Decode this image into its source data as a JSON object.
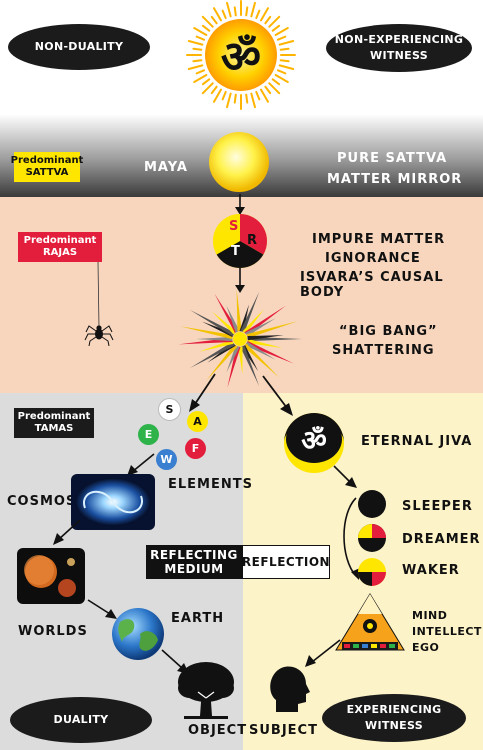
{
  "top": {
    "left_oval": "NON-DUALITY",
    "right_oval_line1": "NON-EXPERIENCING",
    "right_oval_line2": "WITNESS",
    "om_glyph": "ॐ"
  },
  "maya_band": {
    "tag_line1": "Predominant",
    "tag_line2": "SATTVA",
    "maya": "MAYA",
    "right_line1": "PURE SATTVA",
    "right_line2": "MATTER MIRROR"
  },
  "rajas_band": {
    "tag_line1": "Predominant",
    "tag_line2": "RAJAS",
    "gunas": {
      "s": "S",
      "t": "T",
      "r": "R"
    },
    "text_line1": "IMPURE MATTER",
    "text_line2": "IGNORANCE",
    "text_line3": "ISVARA’S CAUSAL BODY",
    "bang_line1": "“BIG BANG”",
    "bang_line2": "SHATTERING"
  },
  "tamas_band": {
    "tag_line1": "Predominant",
    "tag_line2": "TAMAS",
    "elements": {
      "s": "S",
      "a": "A",
      "e": "E",
      "w": "W",
      "f": "F"
    },
    "elements_label": "ELEMENTS",
    "cosmos": "COSMOS",
    "worlds": "WORLDS",
    "earth": "EARTH",
    "object": "OBJECT",
    "reflecting_line1": "REFLECTING",
    "reflecting_line2": "MEDIUM",
    "reflection": "REFLECTION",
    "duality": "DUALITY"
  },
  "jiva_side": {
    "eternal_jiva": "ETERNAL JIVA",
    "sleeper": "SLEEPER",
    "dreamer": "DREAMER",
    "waker": "WAKER",
    "mind": "MIND",
    "intellect": "INTELLECT",
    "ego": "EGO",
    "subject": "SUBJECT",
    "exp_line1": "EXPERIENCING",
    "exp_line2": "WITNESS"
  },
  "colors": {
    "peach": "#f8d6bd",
    "gray": "#dcdcdc",
    "cream": "#fdf3c8",
    "yellow": "#ffe600",
    "red": "#e31e3c"
  }
}
